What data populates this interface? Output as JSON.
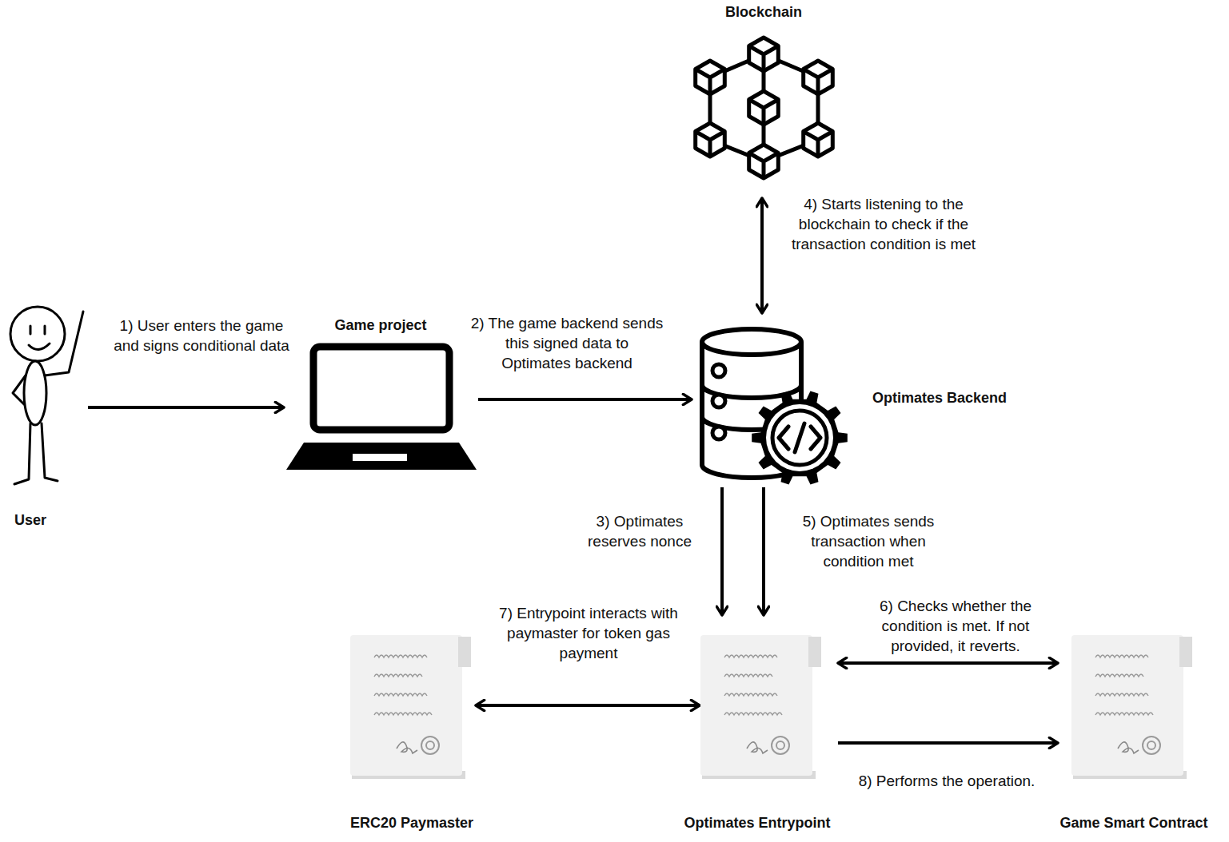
{
  "diagram": {
    "nodes": [
      {
        "text": [
          "Blockchain"
        ]
      },
      {
        "text": [
          "User"
        ]
      },
      {
        "text": [
          "Game project"
        ]
      },
      {
        "text": [
          "Optimates Backend"
        ]
      },
      {
        "text": [
          "ERC20 Paymaster"
        ]
      },
      {
        "text": [
          "Optimates Entrypoint"
        ]
      },
      {
        "text": [
          "Game Smart Contract"
        ]
      }
    ],
    "edges": [
      {
        "from": 1,
        "to": 2,
        "arrow": "to",
        "label": "1) User enters the game and signs conditional data"
      },
      {
        "from": 2,
        "to": 3,
        "arrow": "to",
        "label": "2) The game backend sends this signed data to Optimates backend"
      },
      {
        "from": 3,
        "to": 5,
        "arrow": "to",
        "label": "3) Optimates reserves nonce"
      },
      {
        "from": 3,
        "to": 0,
        "arrow": "both",
        "label": "4) Starts listening to the blockchain to check if the transaction condition is met"
      },
      {
        "from": 3,
        "to": 5,
        "arrow": "to",
        "label": "5) Optimates sends transaction when condition met"
      },
      {
        "from": 5,
        "to": 6,
        "arrow": "both",
        "label": "6) Checks whether the condition is met. If not provided, it reverts."
      },
      {
        "from": 5,
        "to": 4,
        "arrow": "both",
        "label": "7) Entrypoint interacts with paymaster for token gas payment"
      },
      {
        "from": 5,
        "to": 6,
        "arrow": "to",
        "label": "8) Performs the operation."
      }
    ]
  }
}
